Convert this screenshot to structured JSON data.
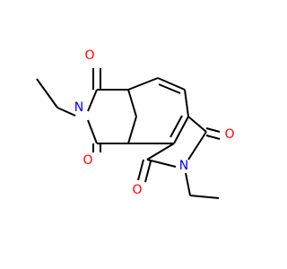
{
  "molecule": {
    "colors": {
      "bond": "#000000",
      "oxygen": "#ff0000",
      "nitrogen": "#0000ff",
      "background": "#ffffff"
    },
    "atoms": {
      "o1": "O",
      "o2": "O",
      "o3": "O",
      "o4": "O",
      "n1": "N",
      "n2": "N"
    }
  }
}
